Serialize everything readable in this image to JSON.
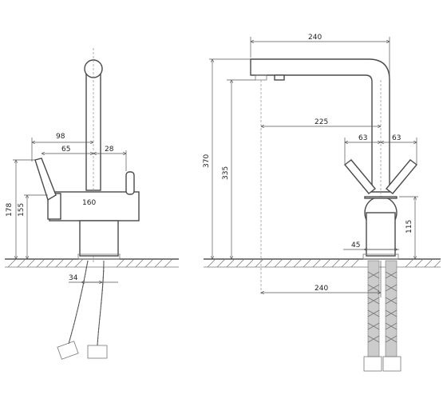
{
  "dimensions": {
    "left_view": {
      "d98": "98",
      "d65": "65",
      "d28": "28",
      "d160": "160",
      "d178": "178",
      "d155": "155",
      "d34": "34"
    },
    "right_view": {
      "d240_top": "240",
      "d225": "225",
      "d63_left": "63",
      "d63_right": "63",
      "d370": "370",
      "d335": "335",
      "d115": "115",
      "d45": "45",
      "d240_bottom": "240"
    }
  }
}
